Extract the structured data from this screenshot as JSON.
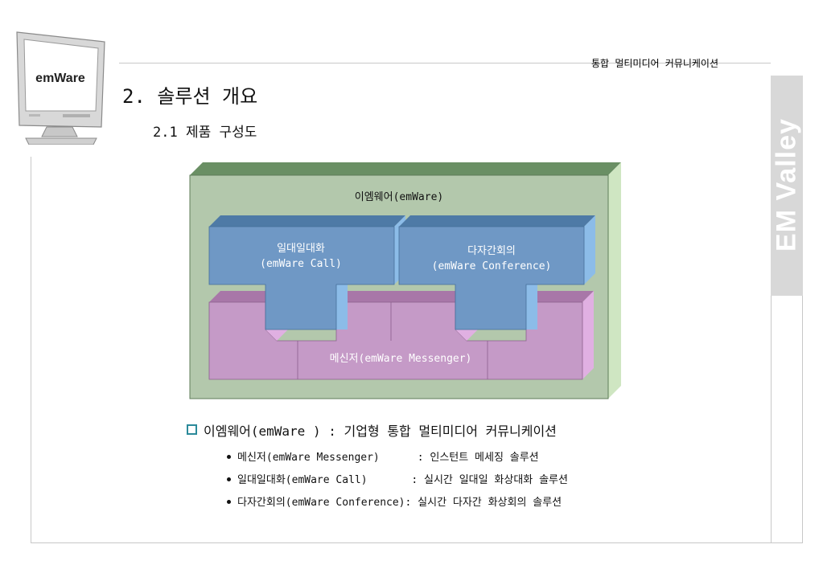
{
  "header": {
    "subtitle": "통합 멀티미디어 커뮤니케이션",
    "brand_vertical": "EM Valley"
  },
  "logo": {
    "text": "emWare"
  },
  "section": {
    "title": "2. 솔루션 개요",
    "subtitle": "2.1 제품 구성도"
  },
  "diagram": {
    "outer_label": "이엠웨어(emWare)",
    "call_label_line1": "일대일대화",
    "call_label_line2": "(emWare Call)",
    "conference_label_line1": "다자간회의",
    "conference_label_line2": "(emWare Conference)",
    "messenger_label": "메신저(emWare Messenger)"
  },
  "summary": {
    "text": "이엠웨어(emWare ) : 기업형 통합 멀티미디어 커뮤니케이션",
    "features": [
      {
        "name": "메신저(emWare Messenger)    ",
        "desc": ": 인스턴트 메세징 솔루션"
      },
      {
        "name": "일대일대화(emWare Call)     ",
        "desc": ": 실시간 일대일 화상대화 솔루션"
      },
      {
        "name": "다자간회의(emWare Conference)",
        "desc": ": 실시간 다자간 화상회의 솔루션"
      }
    ]
  },
  "colors": {
    "outer_box": "#b3c8ac",
    "outer_top": "#6a8f64",
    "outer_side": "#cfe6c2",
    "blue_front": "#6f98c5",
    "blue_side": "#8cbce8",
    "pink_front": "#c59ac7",
    "pink_top": "#a877a8",
    "pink_side": "#e0b0e2",
    "sidebar": "#d8d8d8",
    "bullet": "#2b8a9a"
  }
}
